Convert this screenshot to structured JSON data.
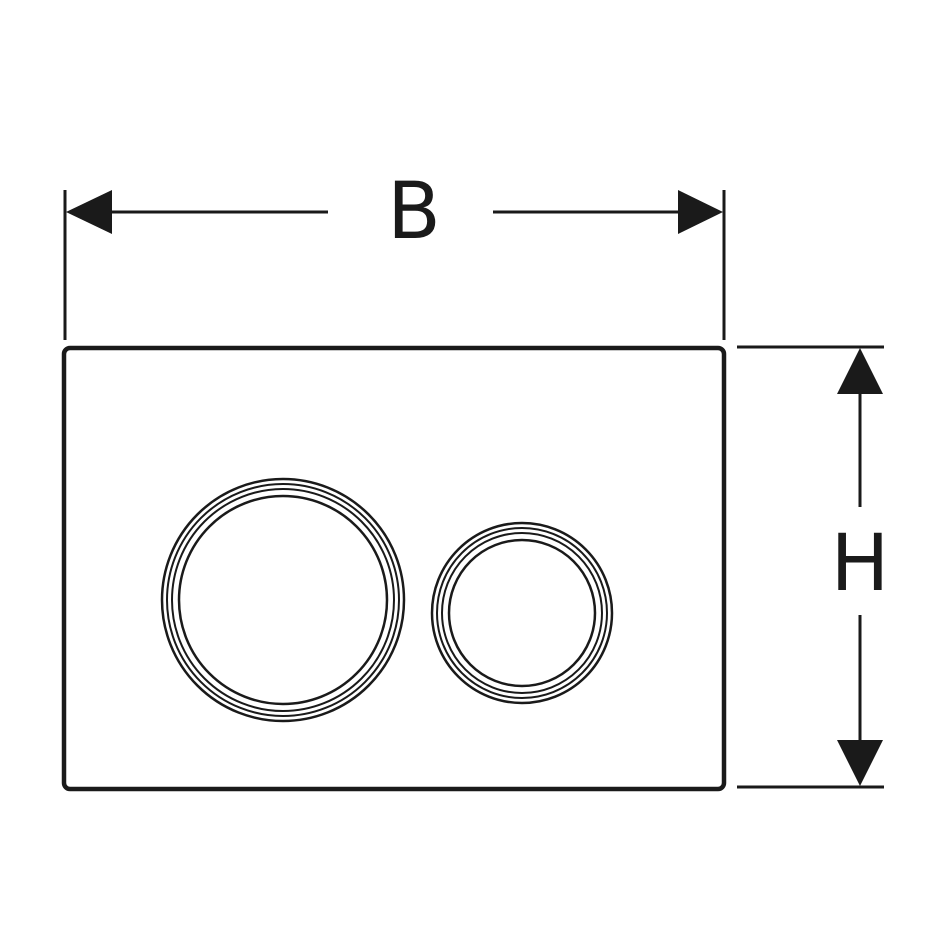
{
  "dimensions": {
    "width_label": "B",
    "height_label": "H"
  },
  "colors": {
    "line": "#1a1a1a",
    "background": "#ffffff"
  },
  "parts": {
    "plate": "flush-plate",
    "buttons": [
      "large-flush-button",
      "small-flush-button"
    ]
  }
}
